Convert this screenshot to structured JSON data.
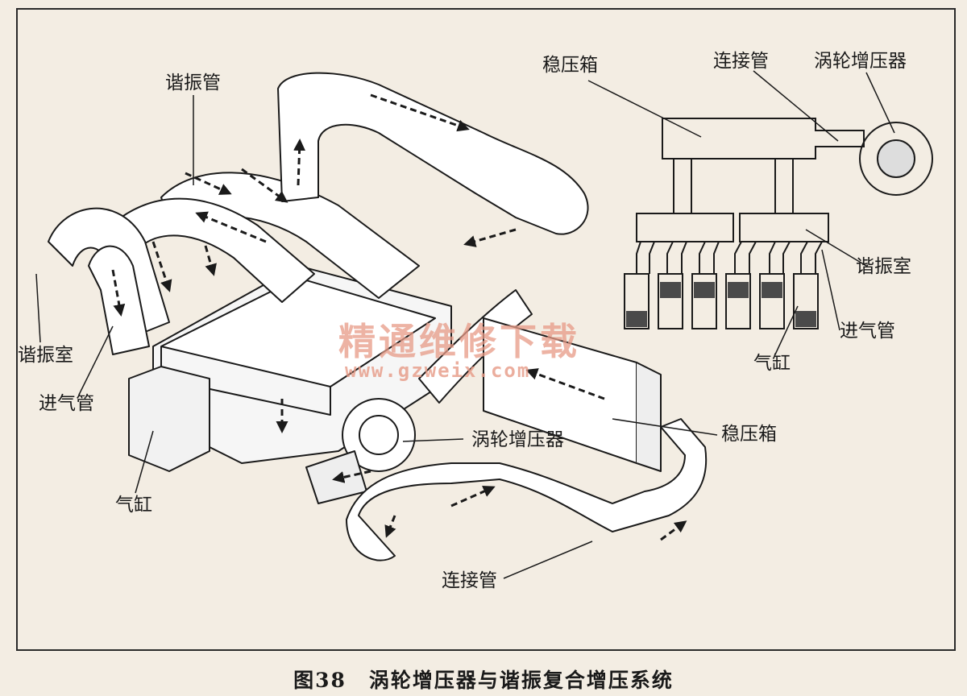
{
  "figure": {
    "number": "图38",
    "title": "涡轮增压器与谐振复合增压系统"
  },
  "watermark": {
    "text": "精通维修下载",
    "url": "www.gzweix.com"
  },
  "labels": {
    "main": {
      "resonance_pipe": "谐振管",
      "resonance_chamber": "谐振室",
      "intake_pipe": "进气管",
      "cylinder": "气缸",
      "turbocharger": "涡轮增压器",
      "surge_tank": "稳压箱",
      "connecting_pipe": "连接管"
    },
    "schematic": {
      "surge_tank": "稳压箱",
      "connecting_pipe": "连接管",
      "turbocharger": "涡轮增压器",
      "resonance_chamber": "谐振室",
      "intake_pipe": "进气管",
      "cylinder": "气缸"
    }
  },
  "colors": {
    "paper": "#f3ede3",
    "ink": "#1a1a1a",
    "pipe_fill": "#ffffff",
    "piston_fill": "#4a4a4a",
    "watermark": "#e79a86"
  }
}
